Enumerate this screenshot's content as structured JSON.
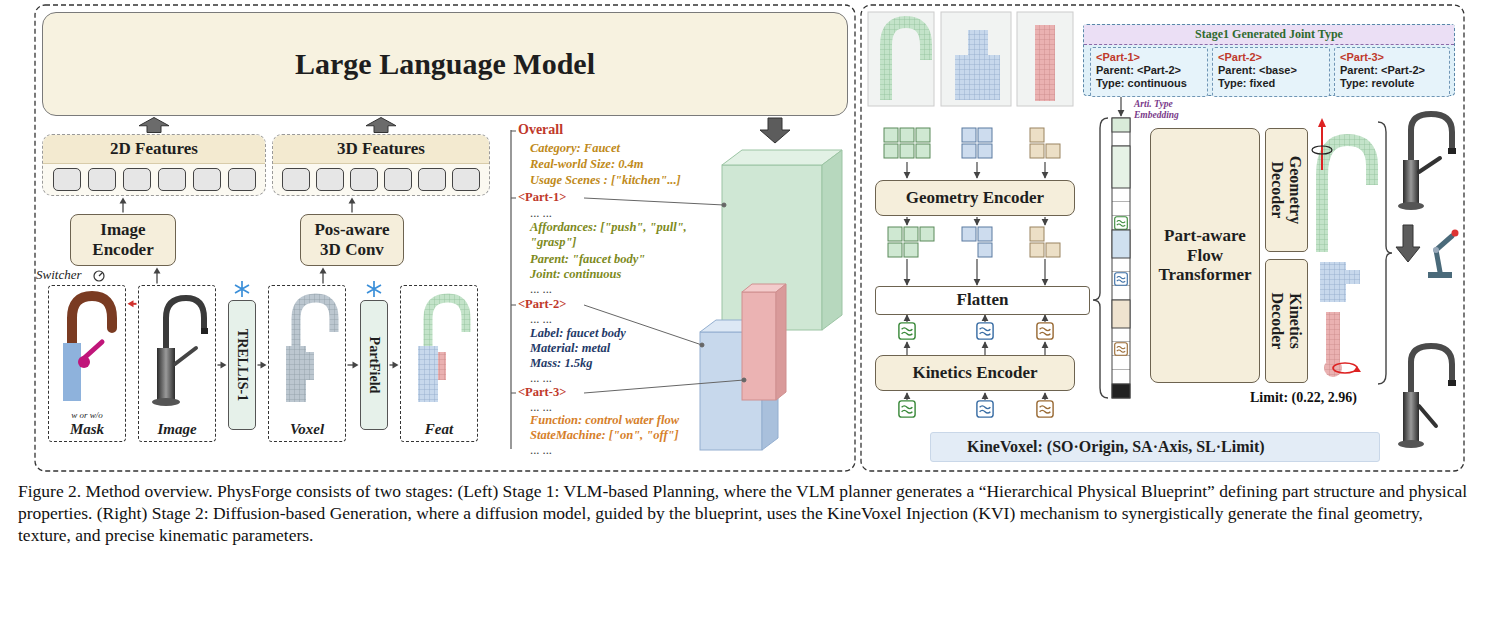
{
  "diagram": {
    "caption": "Figure 2. Method overview. PhysForge consists of two stages: (Left) Stage 1: VLM-based Planning, where the VLM planner generates a “Hierarchical Physical Blueprint” defining part structure and physical properties. (Right) Stage 2: Diffusion-based Generation, where a diffusion model, guided by the blueprint, uses the KineVoxel Injection (KVI) mechanism to synergistically generate the final geometry, texture, and precise kinematic parameters.",
    "nodes": [
      {
        "text": [
          "Large Language Model"
        ]
      },
      {
        "text": [
          "2D Features"
        ]
      },
      {
        "text": [
          "3D Features"
        ]
      },
      {
        "text": [
          "Image Encoder"
        ]
      },
      {
        "text": [
          "Pos-aware 3D Conv"
        ]
      },
      {
        "text": [
          "w or w/o",
          "Mask"
        ]
      },
      {
        "text": [
          "Image"
        ]
      },
      {
        "text": [
          "TRELLIS-1"
        ]
      },
      {
        "text": [
          "Voxel"
        ]
      },
      {
        "text": [
          "PartField"
        ]
      },
      {
        "text": [
          "Feat"
        ]
      },
      {
        "text": [
          "Stage1 Generated Joint Type"
        ]
      },
      {
        "text": [
          "<Part-1>",
          "Parent: <Part-2>",
          "Type: continuous"
        ],
        "in": 11
      },
      {
        "text": [
          "<Part-2>",
          "Parent: <base>",
          "Type: fixed"
        ],
        "in": 11
      },
      {
        "text": [
          "<Part-3>",
          "Parent: <Part-2>",
          "Type: revolute"
        ],
        "in": 11
      },
      {
        "text": [
          "Geometry Encoder"
        ]
      },
      {
        "text": [
          "Flatten"
        ]
      },
      {
        "text": [
          "Kinetics Encoder"
        ]
      },
      {
        "text": [
          "Part-aware Flow Transformer"
        ]
      },
      {
        "text": [
          "Geometry Decoder"
        ]
      },
      {
        "text": [
          "Kinetics Decoder"
        ]
      },
      {
        "text": [
          "KineVoxel: (SO·Origin, SA·Axis, SL·Limit)"
        ]
      }
    ],
    "edges": [
      {
        "from": 1,
        "to": 0,
        "arrow": "to"
      },
      {
        "from": 2,
        "to": 0,
        "arrow": "to"
      },
      {
        "from": 3,
        "to": 1,
        "arrow": "to"
      },
      {
        "from": 4,
        "to": 2,
        "arrow": "to"
      },
      {
        "from": 6,
        "to": 3,
        "arrow": "to"
      },
      {
        "from": 8,
        "to": 4,
        "arrow": "to"
      },
      {
        "from": 6,
        "to": 5,
        "arrow": "to"
      },
      {
        "from": 6,
        "to": 7,
        "arrow": "to"
      },
      {
        "from": 7,
        "to": 8,
        "arrow": "to"
      },
      {
        "from": 8,
        "to": 9,
        "arrow": "to"
      },
      {
        "from": 9,
        "to": 10,
        "arrow": "to"
      }
    ],
    "labels": [
      "Switcher",
      "Overall",
      "Category: Faucet",
      "Real-world Size: 0.4m",
      "Usage Scenes : [\"kitchen\"...]",
      "<Part-1>",
      "... ...",
      "Affordances: [\"push\", \"pull\", \"grasp\"]",
      "Parent: \"faucet body\"",
      "Joint: continuous",
      "... ...",
      "<Part-2>",
      "... ...",
      "Label: faucet body",
      "Material: metal",
      "Mass: 1.5kg",
      "... ...",
      "<Part-3>",
      "... ...",
      "Function: control water flow",
      "StateMachine: [\"on\", \"off\"]",
      "... ...",
      "Arti. Type Embedding",
      "Limit: (0.22, 2.96)"
    ]
  }
}
